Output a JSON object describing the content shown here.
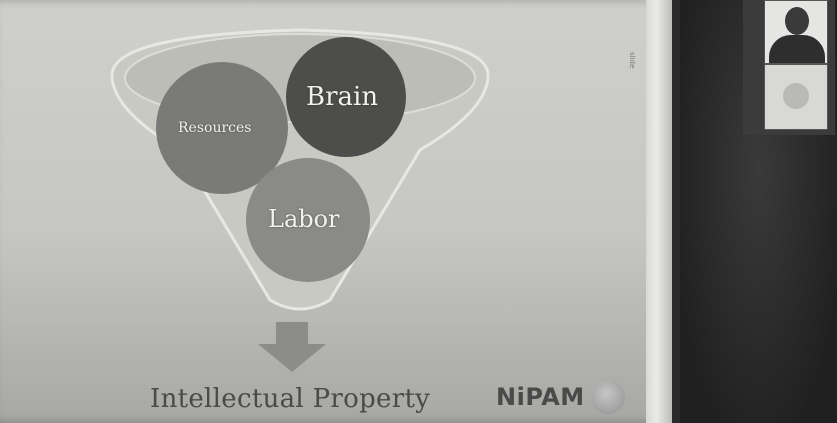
{
  "slide": {
    "circles": {
      "brain": "Brain",
      "resources": "Resources",
      "labor": "Labor"
    },
    "title": "Intellectual Property",
    "logo_text": "NiPAM",
    "side_vertical_text": "slide"
  },
  "colors": {
    "brain": "#4d4d4b",
    "resources": "#7a7a78",
    "labor": "#8a8a88",
    "funnel_fill": "#bdbdb8",
    "arrow": "#8c8c89"
  },
  "participants": {
    "tile_1": "person-video",
    "tile_2": "avatar-placeholder"
  }
}
